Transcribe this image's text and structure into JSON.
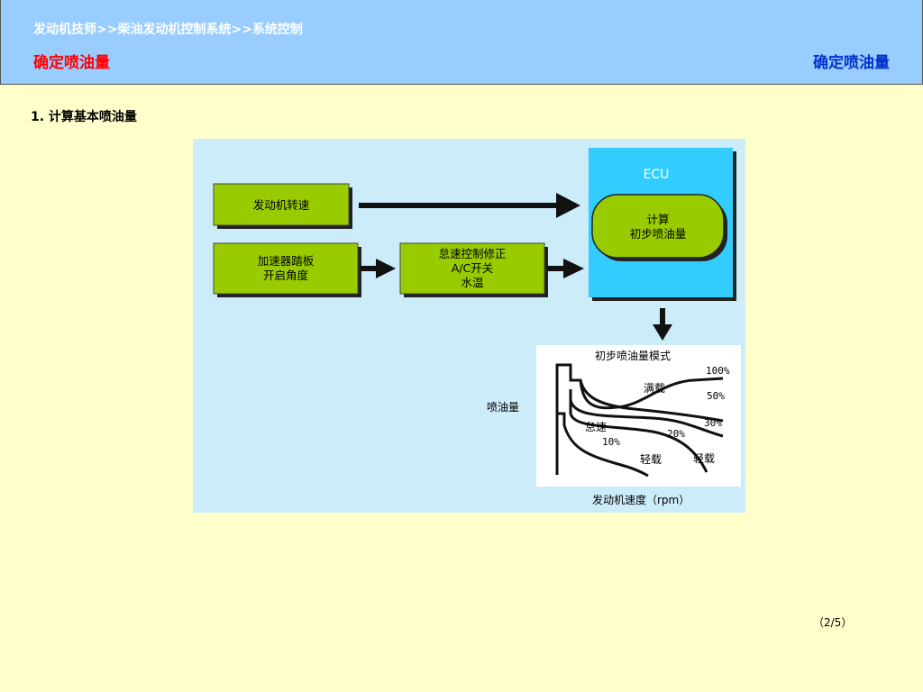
{
  "header": {
    "breadcrumb": "发动机技师>>柴油发动机控制系统>>系统控制",
    "title_left": "确定喷油量",
    "title_right": "确定喷油量"
  },
  "section": {
    "heading": "1. 计算基本喷油量"
  },
  "diagram": {
    "engine_speed_box": "发动机转速",
    "accelerator_box": "加速器踏板\n开启角度",
    "correction_box": "怠速控制修正\nA/C开关\n水温",
    "ecu_label": "ECU",
    "calc_box": "计算\n初步喷油量",
    "graph": {
      "title": "初步喷油量模式",
      "y_label": "喷油量",
      "x_label": "发动机速度（rpm）",
      "label_100": "100%",
      "label_full_load": "满载",
      "label_50": "50%",
      "label_30": "30%",
      "label_idle": "怠速",
      "label_20": "20%",
      "label_10": "10%",
      "label_light_load_1": "轻载",
      "label_light_load_2": "轻载"
    }
  },
  "page_indicator": "（2/5）",
  "colors": {
    "header_bg": "#99CCFF",
    "page_bg": "#FFFFCC",
    "box_green": "#99CC00",
    "ecu_cyan": "#33CCFF",
    "diagram_bg": "#CCECFA"
  }
}
